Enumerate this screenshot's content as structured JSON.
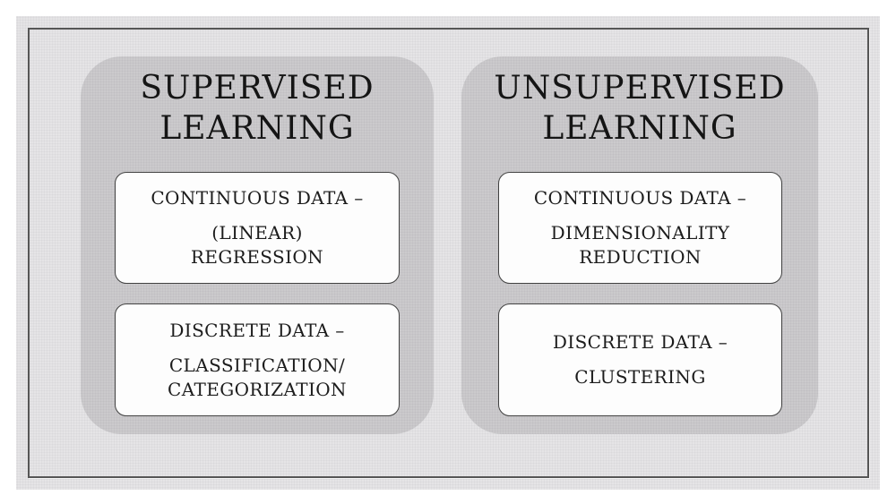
{
  "diagram": {
    "panels": [
      {
        "title": "SUPERVISED\nLEARNING",
        "boxes": [
          {
            "heading": "CONTINUOUS DATA –",
            "detail": "(LINEAR)\nREGRESSION"
          },
          {
            "heading": "DISCRETE DATA –",
            "detail": "CLASSIFICATION/\nCATEGORIZATION"
          }
        ]
      },
      {
        "title": "UNSUPERVISED\nLEARNING",
        "boxes": [
          {
            "heading": "CONTINUOUS DATA –",
            "detail": "DIMENSIONALITY\nREDUCTION"
          },
          {
            "heading": "DISCRETE DATA –",
            "detail": "CLUSTERING"
          }
        ]
      }
    ],
    "colors": {
      "page_bg": "#ffffff",
      "slide_bg": "#e5e4e6",
      "panel_bg": "#cbcacc",
      "box_bg": "#fdfdfd",
      "box_border": "#414141",
      "frame_border": "#565656",
      "text": "#1c1c1c"
    }
  }
}
